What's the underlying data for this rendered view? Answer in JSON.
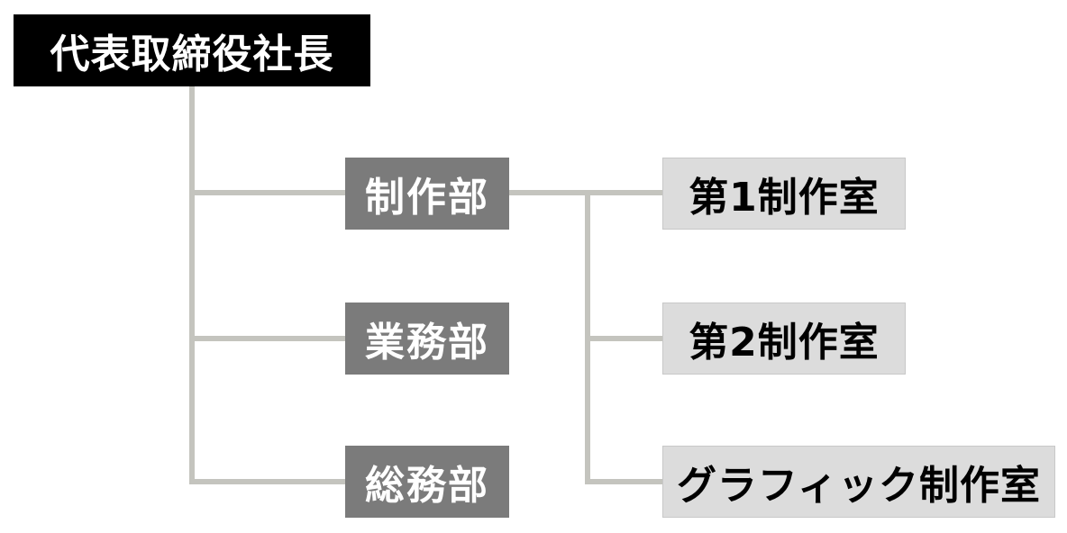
{
  "colors": {
    "ceo_bg": "#000000",
    "dept_bg": "#7b7b7b",
    "room_bg": "#dcdcdc",
    "connector": "#c4c4be"
  },
  "ceo": {
    "label": "代表取締役社長"
  },
  "departments": [
    {
      "label": "制作部"
    },
    {
      "label": "業務部"
    },
    {
      "label": "総務部"
    }
  ],
  "rooms": [
    {
      "label": "第1制作室"
    },
    {
      "label": "第2制作室"
    },
    {
      "label": "グラフィック制作室"
    }
  ]
}
